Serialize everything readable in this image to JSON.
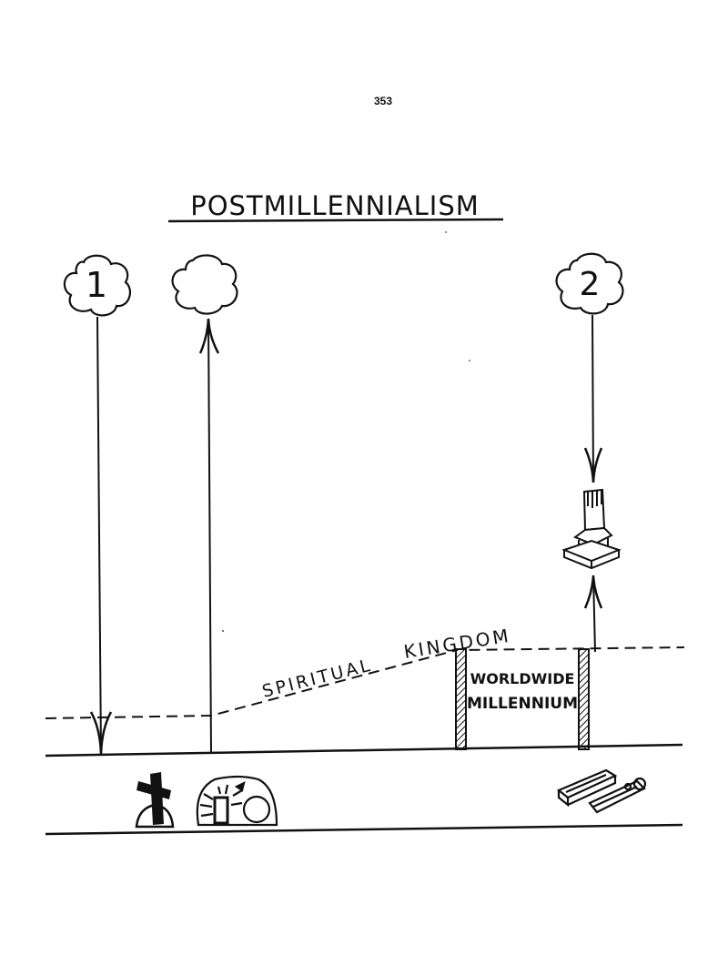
{
  "page_number": "353",
  "title": "POSTMILLENNIALISM",
  "clouds": [
    {
      "label": "1"
    },
    {
      "label": ""
    },
    {
      "label": "2"
    }
  ],
  "kingdom_label": {
    "part1": "SPIRITUAL",
    "part2": "KINGDOM"
  },
  "millennium_sign": {
    "line1": "WORLDWIDE",
    "line2": "MILLENNIUM"
  },
  "icons": [
    "cross-icon",
    "empty-tomb-icon",
    "throne-icon",
    "open-scroll-icon"
  ]
}
